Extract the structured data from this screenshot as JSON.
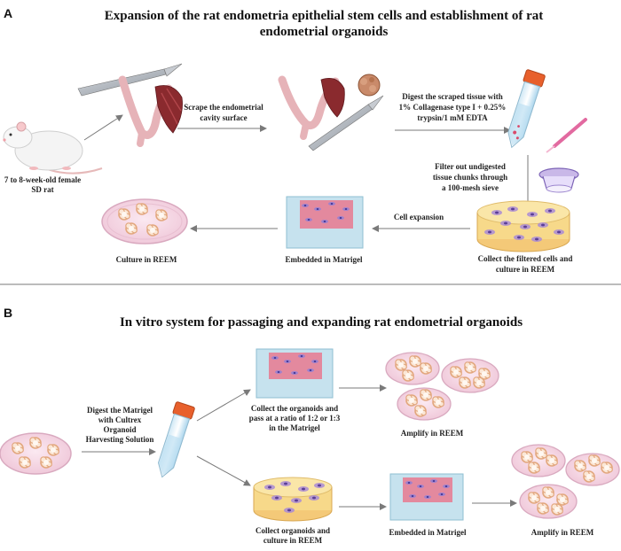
{
  "panelA": {
    "letter": "A",
    "title_line1": "Expansion of the rat endometria epithelial stem cells and establishment of rat",
    "title_line2": "endometrial organoids",
    "rat_line1": "7 to 8-week-old female",
    "rat_line2": "SD rat",
    "scrape_line1": "Scrape the endometrial",
    "scrape_line2": "cavity surface",
    "digest_line1": "Digest the scraped tissue with",
    "digest_line2": "1% Collagenase type I + 0.25%",
    "digest_line3": "trypsin/1 mM EDTA",
    "filter_line1": "Filter out undigested",
    "filter_line2": "tissue chunks through",
    "filter_line3": "a 100-mesh sieve",
    "collect_line1": "Collect the filtered cells and",
    "collect_line2": "culture in REEM",
    "expansion": "Cell expansion",
    "embedded": "Embedded in Matrigel",
    "culture": "Culture in REEM"
  },
  "panelB": {
    "letter": "B",
    "title": "In vitro system for passaging and expanding rat endometrial organoids",
    "digest_line1": "Digest the Matrigel",
    "digest_line2": "with Cultrex",
    "digest_line3": "Organoid",
    "digest_line4": "Harvesting Solution",
    "pass_line1": "Collect the organoids and",
    "pass_line2": "pass at a ratio of 1:2 or 1:3",
    "pass_line3": "in the Matrigel",
    "amplify_top": "Amplify in REEM",
    "collect_line1": "Collect organoids and",
    "collect_line2": "culture in REEM",
    "embedded": "Embedded in Matrigel",
    "amplify_bottom": "Amplify in REEM"
  },
  "colors": {
    "arrow": "#7a7a7a",
    "dish": "#f3d6e3",
    "dish_rim": "#d9a9bf",
    "organoid": "#fbe7d6",
    "organoid_edge": "#e2a77e",
    "matrigel": "#c6e2ee",
    "gel_pink": "#e8798f",
    "cell_purple": "#a98bd6",
    "medium": "#f7d98a",
    "tissue": "#8a2a2e",
    "uterus": "#e6b3b8",
    "cap": "#e8602c"
  }
}
